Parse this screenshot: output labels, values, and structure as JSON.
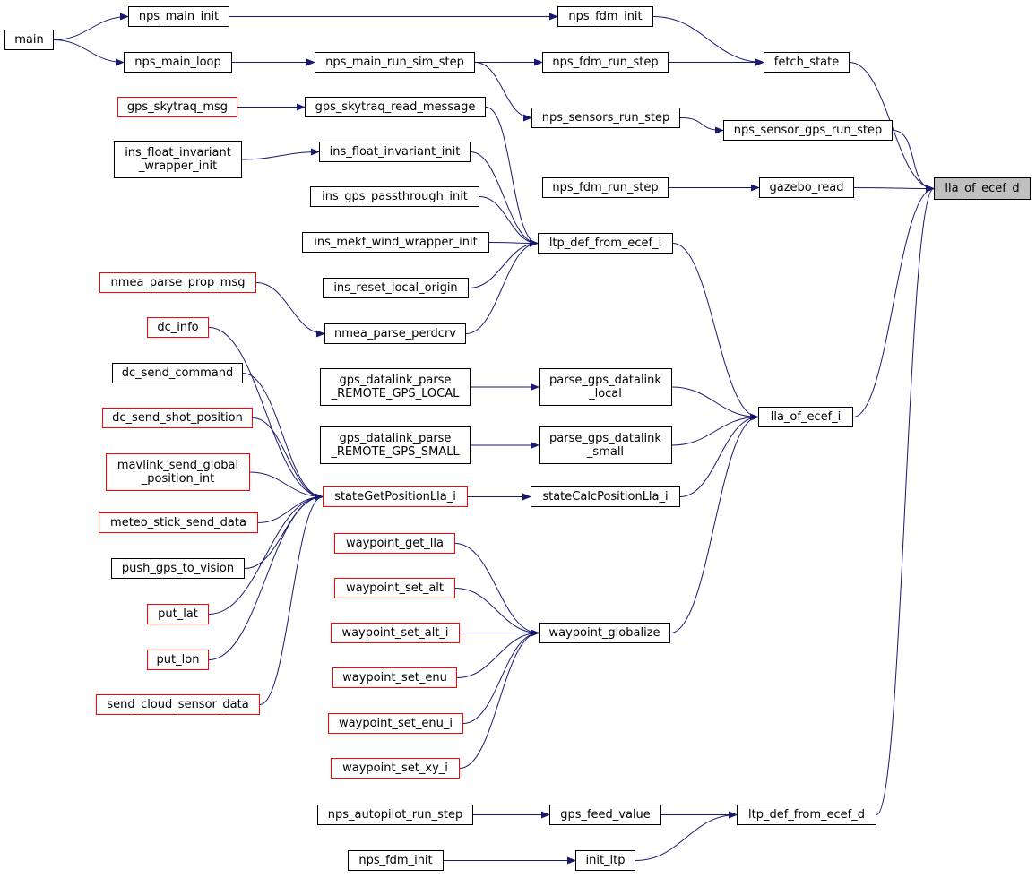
{
  "graph": {
    "colors": {
      "edge": "#191970",
      "node_border": "#000000",
      "truncated_border": "#ff0000",
      "focus_fill": "#bfbfbf"
    },
    "nodes": [
      {
        "id": "main",
        "label": "main",
        "truncated": false
      },
      {
        "id": "nps_main_init",
        "label": "nps_main_init",
        "truncated": false
      },
      {
        "id": "nps_main_loop",
        "label": "nps_main_loop",
        "truncated": false
      },
      {
        "id": "nps_fdm_init_a",
        "label": "nps_fdm_init",
        "truncated": false
      },
      {
        "id": "nps_main_run_sim_step",
        "label": "nps_main_run_sim_step",
        "truncated": false
      },
      {
        "id": "nps_fdm_run_step_a",
        "label": "nps_fdm_run_step",
        "truncated": false
      },
      {
        "id": "fetch_state",
        "label": "fetch_state",
        "truncated": false
      },
      {
        "id": "gps_skytraq_msg",
        "label": "gps_skytraq_msg",
        "truncated": true
      },
      {
        "id": "gps_skytraq_read_message",
        "label": "gps_skytraq_read_message",
        "truncated": false
      },
      {
        "id": "nps_sensors_run_step",
        "label": "nps_sensors_run_step",
        "truncated": false
      },
      {
        "id": "nps_sensor_gps_run_step",
        "label": "nps_sensor_gps_run_step",
        "truncated": false
      },
      {
        "id": "ins_float_invariant_wrapper_init",
        "label": "ins_float_invariant\n_wrapper_init",
        "truncated": false
      },
      {
        "id": "ins_float_invariant_init",
        "label": "ins_float_invariant_init",
        "truncated": false
      },
      {
        "id": "nps_fdm_run_step_b",
        "label": "nps_fdm_run_step",
        "truncated": false
      },
      {
        "id": "gazebo_read",
        "label": "gazebo_read",
        "truncated": false
      },
      {
        "id": "lla_of_ecef_d",
        "label": "lla_of_ecef_d",
        "truncated": false,
        "focus": true
      },
      {
        "id": "ins_gps_passthrough_init",
        "label": "ins_gps_passthrough_init",
        "truncated": false
      },
      {
        "id": "ins_mekf_wind_wrapper_init",
        "label": "ins_mekf_wind_wrapper_init",
        "truncated": false
      },
      {
        "id": "ltp_def_from_ecef_i",
        "label": "ltp_def_from_ecef_i",
        "truncated": false
      },
      {
        "id": "nmea_parse_prop_msg",
        "label": "nmea_parse_prop_msg",
        "truncated": true
      },
      {
        "id": "ins_reset_local_origin",
        "label": "ins_reset_local_origin",
        "truncated": false
      },
      {
        "id": "nmea_parse_perdcrv",
        "label": "nmea_parse_perdcrv",
        "truncated": false
      },
      {
        "id": "dc_info",
        "label": "dc_info",
        "truncated": true
      },
      {
        "id": "dc_send_command",
        "label": "dc_send_command",
        "truncated": false
      },
      {
        "id": "gps_datalink_parse_REMOTE_GPS_LOCAL",
        "label": "gps_datalink_parse\n_REMOTE_GPS_LOCAL",
        "truncated": false
      },
      {
        "id": "parse_gps_datalink_local",
        "label": "parse_gps_datalink\n_local",
        "truncated": false
      },
      {
        "id": "dc_send_shot_position",
        "label": "dc_send_shot_position",
        "truncated": true
      },
      {
        "id": "lla_of_ecef_i",
        "label": "lla_of_ecef_i",
        "truncated": false
      },
      {
        "id": "gps_datalink_parse_REMOTE_GPS_SMALL",
        "label": "gps_datalink_parse\n_REMOTE_GPS_SMALL",
        "truncated": false
      },
      {
        "id": "parse_gps_datalink_small",
        "label": "parse_gps_datalink\n_small",
        "truncated": false
      },
      {
        "id": "mavlink_send_global_position_int",
        "label": "mavlink_send_global\n_position_int",
        "truncated": true
      },
      {
        "id": "stateGetPositionLla_i",
        "label": "stateGetPositionLla_i",
        "truncated": true
      },
      {
        "id": "stateCalcPositionLla_i",
        "label": "stateCalcPositionLla_i",
        "truncated": false
      },
      {
        "id": "meteo_stick_send_data",
        "label": "meteo_stick_send_data",
        "truncated": true
      },
      {
        "id": "waypoint_get_lla",
        "label": "waypoint_get_lla",
        "truncated": true
      },
      {
        "id": "push_gps_to_vision",
        "label": "push_gps_to_vision",
        "truncated": false
      },
      {
        "id": "waypoint_set_alt",
        "label": "waypoint_set_alt",
        "truncated": true
      },
      {
        "id": "put_lat",
        "label": "put_lat",
        "truncated": true
      },
      {
        "id": "waypoint_set_alt_i",
        "label": "waypoint_set_alt_i",
        "truncated": true
      },
      {
        "id": "waypoint_globalize",
        "label": "waypoint_globalize",
        "truncated": false
      },
      {
        "id": "put_lon",
        "label": "put_lon",
        "truncated": true
      },
      {
        "id": "waypoint_set_enu",
        "label": "waypoint_set_enu",
        "truncated": true
      },
      {
        "id": "send_cloud_sensor_data",
        "label": "send_cloud_sensor_data",
        "truncated": true
      },
      {
        "id": "waypoint_set_enu_i",
        "label": "waypoint_set_enu_i",
        "truncated": true
      },
      {
        "id": "waypoint_set_xy_i",
        "label": "waypoint_set_xy_i",
        "truncated": true
      },
      {
        "id": "nps_autopilot_run_step",
        "label": "nps_autopilot_run_step",
        "truncated": false
      },
      {
        "id": "gps_feed_value",
        "label": "gps_feed_value",
        "truncated": false
      },
      {
        "id": "ltp_def_from_ecef_d",
        "label": "ltp_def_from_ecef_d",
        "truncated": false
      },
      {
        "id": "nps_fdm_init_b",
        "label": "nps_fdm_init",
        "truncated": false
      },
      {
        "id": "init_ltp",
        "label": "init_ltp",
        "truncated": false
      }
    ],
    "edges": [
      {
        "from": "main",
        "to": "nps_main_init"
      },
      {
        "from": "main",
        "to": "nps_main_loop"
      },
      {
        "from": "nps_main_init",
        "to": "nps_fdm_init_a"
      },
      {
        "from": "nps_main_loop",
        "to": "nps_main_run_sim_step"
      },
      {
        "from": "nps_main_run_sim_step",
        "to": "nps_fdm_run_step_a"
      },
      {
        "from": "nps_main_run_sim_step",
        "to": "nps_sensors_run_step"
      },
      {
        "from": "nps_fdm_init_a",
        "to": "fetch_state"
      },
      {
        "from": "nps_fdm_run_step_a",
        "to": "fetch_state"
      },
      {
        "from": "fetch_state",
        "to": "lla_of_ecef_d"
      },
      {
        "from": "gps_skytraq_msg",
        "to": "gps_skytraq_read_message"
      },
      {
        "from": "gps_skytraq_read_message",
        "to": "ltp_def_from_ecef_i"
      },
      {
        "from": "nps_sensors_run_step",
        "to": "nps_sensor_gps_run_step"
      },
      {
        "from": "nps_sensor_gps_run_step",
        "to": "lla_of_ecef_d"
      },
      {
        "from": "ins_float_invariant_wrapper_init",
        "to": "ins_float_invariant_init"
      },
      {
        "from": "ins_float_invariant_init",
        "to": "ltp_def_from_ecef_i"
      },
      {
        "from": "nps_fdm_run_step_b",
        "to": "gazebo_read"
      },
      {
        "from": "gazebo_read",
        "to": "lla_of_ecef_d"
      },
      {
        "from": "ins_gps_passthrough_init",
        "to": "ltp_def_from_ecef_i"
      },
      {
        "from": "ins_mekf_wind_wrapper_init",
        "to": "ltp_def_from_ecef_i"
      },
      {
        "from": "ins_reset_local_origin",
        "to": "ltp_def_from_ecef_i"
      },
      {
        "from": "nmea_parse_perdcrv",
        "to": "ltp_def_from_ecef_i"
      },
      {
        "from": "nmea_parse_prop_msg",
        "to": "nmea_parse_perdcrv"
      },
      {
        "from": "ltp_def_from_ecef_i",
        "to": "lla_of_ecef_i"
      },
      {
        "from": "dc_info",
        "to": "stateGetPositionLla_i"
      },
      {
        "from": "dc_send_command",
        "to": "stateGetPositionLla_i"
      },
      {
        "from": "dc_send_shot_position",
        "to": "stateGetPositionLla_i"
      },
      {
        "from": "mavlink_send_global_position_int",
        "to": "stateGetPositionLla_i"
      },
      {
        "from": "meteo_stick_send_data",
        "to": "stateGetPositionLla_i"
      },
      {
        "from": "push_gps_to_vision",
        "to": "stateGetPositionLla_i"
      },
      {
        "from": "put_lat",
        "to": "stateGetPositionLla_i"
      },
      {
        "from": "put_lon",
        "to": "stateGetPositionLla_i"
      },
      {
        "from": "send_cloud_sensor_data",
        "to": "stateGetPositionLla_i"
      },
      {
        "from": "gps_datalink_parse_REMOTE_GPS_LOCAL",
        "to": "parse_gps_datalink_local"
      },
      {
        "from": "gps_datalink_parse_REMOTE_GPS_SMALL",
        "to": "parse_gps_datalink_small"
      },
      {
        "from": "parse_gps_datalink_local",
        "to": "lla_of_ecef_i"
      },
      {
        "from": "parse_gps_datalink_small",
        "to": "lla_of_ecef_i"
      },
      {
        "from": "stateGetPositionLla_i",
        "to": "stateCalcPositionLla_i"
      },
      {
        "from": "stateCalcPositionLla_i",
        "to": "lla_of_ecef_i"
      },
      {
        "from": "waypoint_get_lla",
        "to": "waypoint_globalize"
      },
      {
        "from": "waypoint_set_alt",
        "to": "waypoint_globalize"
      },
      {
        "from": "waypoint_set_alt_i",
        "to": "waypoint_globalize"
      },
      {
        "from": "waypoint_set_enu",
        "to": "waypoint_globalize"
      },
      {
        "from": "waypoint_set_enu_i",
        "to": "waypoint_globalize"
      },
      {
        "from": "waypoint_set_xy_i",
        "to": "waypoint_globalize"
      },
      {
        "from": "waypoint_globalize",
        "to": "lla_of_ecef_i"
      },
      {
        "from": "lla_of_ecef_i",
        "to": "lla_of_ecef_d"
      },
      {
        "from": "nps_autopilot_run_step",
        "to": "gps_feed_value"
      },
      {
        "from": "gps_feed_value",
        "to": "ltp_def_from_ecef_d"
      },
      {
        "from": "nps_fdm_init_b",
        "to": "init_ltp"
      },
      {
        "from": "init_ltp",
        "to": "ltp_def_from_ecef_d"
      },
      {
        "from": "ltp_def_from_ecef_d",
        "to": "lla_of_ecef_d"
      }
    ]
  }
}
